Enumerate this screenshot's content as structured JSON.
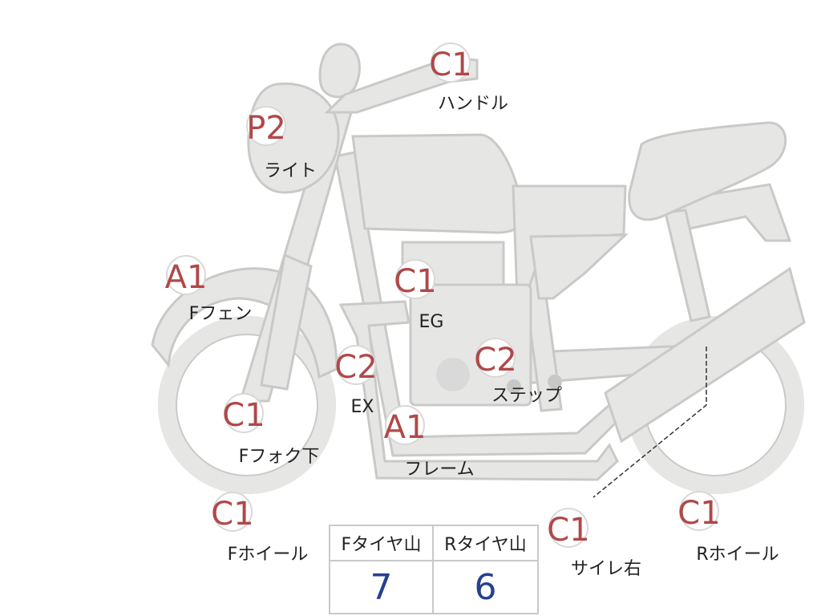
{
  "diagram": {
    "badges": [
      {
        "id": "handle",
        "code": "C1",
        "label": "ハンドル"
      },
      {
        "id": "light",
        "code": "P2",
        "label": "ライト"
      },
      {
        "id": "f-fender",
        "code": "A1",
        "label": "Fフェン"
      },
      {
        "id": "engine",
        "code": "C1",
        "label": "EG"
      },
      {
        "id": "exhaust",
        "code": "C2",
        "label": "EX"
      },
      {
        "id": "step",
        "code": "C2",
        "label": "ステップ"
      },
      {
        "id": "f-fork-lower",
        "code": "C1",
        "label": "Fフォク下"
      },
      {
        "id": "frame",
        "code": "A1",
        "label": "フレーム"
      },
      {
        "id": "f-wheel",
        "code": "C1",
        "label": "Fホイール"
      },
      {
        "id": "silencer-right",
        "code": "C1",
        "label": "サイレ右"
      },
      {
        "id": "r-wheel",
        "code": "C1",
        "label": "Rホイール"
      }
    ]
  },
  "tire_table": {
    "headers": [
      "Fタイヤ山",
      "Rタイヤ山"
    ],
    "values": [
      "7",
      "6"
    ],
    "value_color": "#27408f"
  },
  "colors": {
    "bike_fill": "#e6e6e5",
    "bike_stroke": "#c9c9c8",
    "badge_text": "#b04848"
  }
}
